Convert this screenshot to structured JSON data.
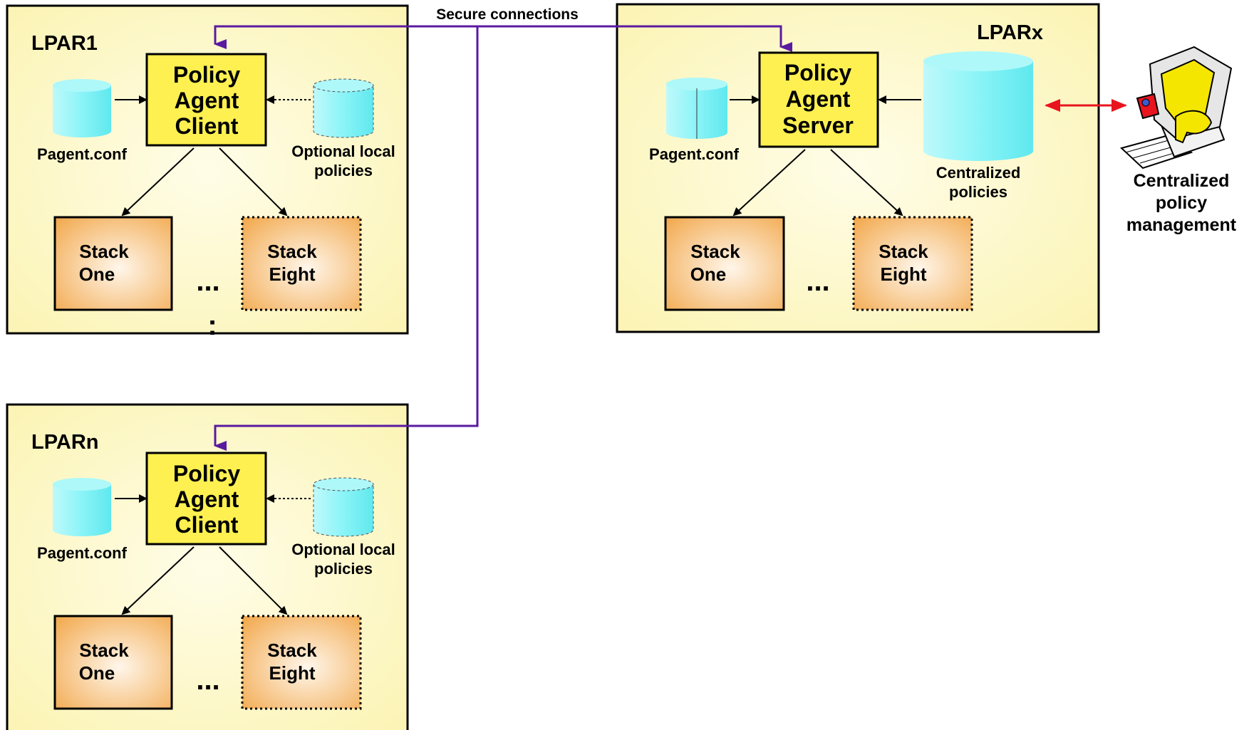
{
  "secure_connections_label": "Secure connections",
  "lpar1": {
    "title": "LPAR1",
    "agent": [
      "Policy",
      "Agent",
      "Client"
    ],
    "pagent_label": "Pagent.conf",
    "optional_label": [
      "Optional local",
      "policies"
    ],
    "stack_one": [
      "Stack",
      "One"
    ],
    "stack_eight": [
      "Stack",
      "Eight"
    ],
    "ellipsis": "...",
    "vertical_ellipsis": ":"
  },
  "lparn": {
    "title": "LPARn",
    "agent": [
      "Policy",
      "Agent",
      "Client"
    ],
    "pagent_label": "Pagent.conf",
    "optional_label": [
      "Optional local",
      "policies"
    ],
    "stack_one": [
      "Stack",
      "One"
    ],
    "stack_eight": [
      "Stack",
      "Eight"
    ],
    "ellipsis": "..."
  },
  "lparx": {
    "title": "LPARx",
    "agent": [
      "Policy",
      "Agent",
      "Server"
    ],
    "pagent_label": "Pagent.conf",
    "central_label": [
      "Centralized",
      "policies"
    ],
    "stack_one": [
      "Stack",
      "One"
    ],
    "stack_eight": [
      "Stack",
      "Eight"
    ],
    "ellipsis": "..."
  },
  "management_label": [
    "Centralized",
    "policy",
    "management"
  ],
  "colors": {
    "lpar_fill": "#fdf5b8",
    "agent_fill": "#fdf050",
    "cylinder_fill": "#7ff3f5",
    "stack_fill": "#f5b35a",
    "secure_line": "#5a1aa0",
    "mgmt_arrow": "#e8141e"
  }
}
